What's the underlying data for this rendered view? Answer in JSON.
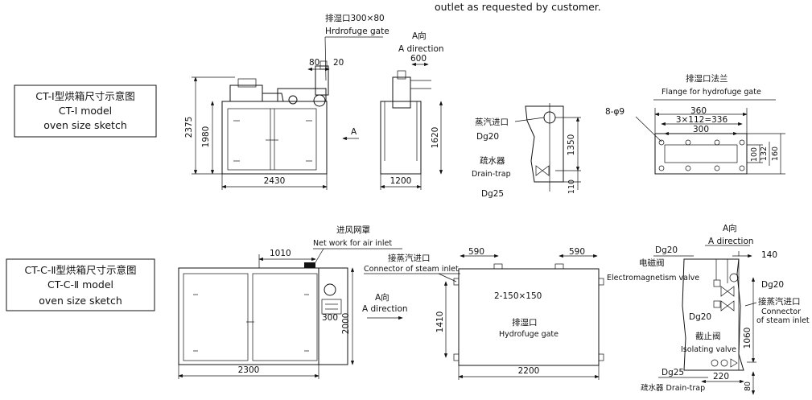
{
  "header": {
    "note": "outlet as requested by customer."
  },
  "ct1": {
    "title": {
      "l1": "CT-Ⅰ型烘箱尺寸示意图",
      "l2": "CT-Ⅰ model",
      "l3": "oven size sketch"
    },
    "front": {
      "vent_label_cn": "排湿口300×80",
      "vent_label_en": "Hrdrofuge gate",
      "dim_2375": "2375",
      "dim_1980": "1980",
      "dim_2430": "2430",
      "dim_80": "80",
      "dim_20": "20",
      "arrow_A": "A"
    },
    "side": {
      "dir_cn": "A向",
      "dir_en": "A direction",
      "dim_600": "600",
      "dim_1620": "1620",
      "dim_1200": "1200"
    },
    "detail": {
      "steam_cn": "蒸汽进口",
      "dg20": "Dg20",
      "trap_cn": "疏水器",
      "trap_en": "Drain-trap",
      "dg25": "Dg25",
      "dim_1350": "1350",
      "dim_110": "110"
    },
    "flange": {
      "title_cn": "排湿口法兰",
      "title_en": "Flange for hydrofuge gate",
      "holes": "8-φ9",
      "dim_360": "360",
      "dim_3x112": "3×112=336",
      "dim_300": "300",
      "dim_100": "100",
      "dim_132": "132",
      "dim_160": "160"
    }
  },
  "ctc2": {
    "title": {
      "l1": "CT-C-Ⅱ型烘箱尺寸示意图",
      "l2": "CT-C-Ⅱ model",
      "l3": "oven size sketch"
    },
    "front": {
      "net_cn": "进风网罩",
      "net_en": "Net work for air inlet",
      "dim_1010": "1010",
      "dim_300": "300",
      "dim_2000": "2000",
      "dim_2300": "2300"
    },
    "mid": {
      "dir_cn": "A向",
      "dir_en": "A direction"
    },
    "top": {
      "steam_cn": "接蒸汽进口",
      "steam_en": "Connector of steam inlet",
      "dim_590a": "590",
      "dim_590b": "590",
      "gate_size": "2-150×150",
      "gate_cn": "排湿口",
      "gate_en": "Hydrofuge gate",
      "dim_1410": "1410",
      "dim_2200": "2200"
    },
    "piping": {
      "dir_cn": "A向",
      "dir_en": "A direction",
      "dg20a": "Dg20",
      "valve_cn": "电磁阀",
      "valve_en": "Electromagnetism valve",
      "dim_140": "140",
      "dg20b": "Dg20",
      "dg20c": "Dg20",
      "steam_cn": "接蒸汽进口",
      "steam_en1": "Connector",
      "steam_en2": "of steam inlet",
      "iso_cn": "截止阀",
      "iso_en": "Isolating valve",
      "dim_1060": "1060",
      "dg25": "Dg25",
      "dim_220": "220",
      "trap": "疏水器 Drain-trap",
      "dim_80": "80"
    }
  }
}
